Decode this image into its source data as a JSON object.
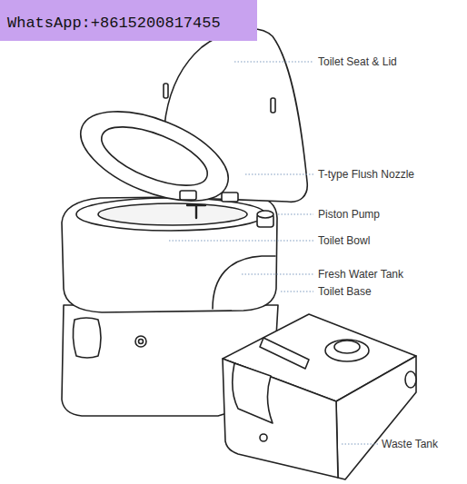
{
  "diagram": {
    "labels": [
      "WhatsApp:+8615200817455",
      "Toilet Seat & Lid",
      "T-type Flush Nozzle",
      "Piston Pump",
      "Toilet Bowl",
      "Fresh Water Tank",
      "Toilet Base",
      "Waste Tank"
    ]
  }
}
